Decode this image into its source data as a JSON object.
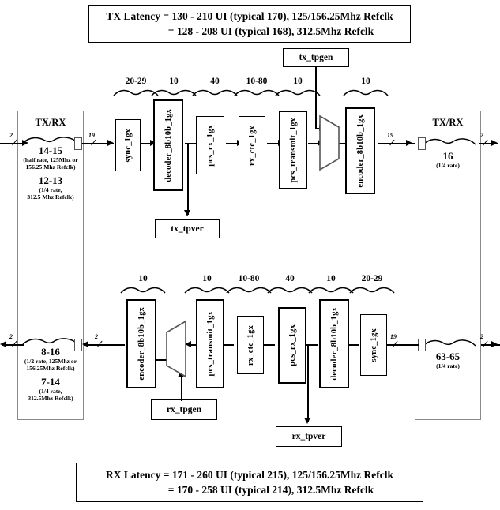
{
  "title": "Transceiver TX/RX datapath latency block diagram",
  "notes": {
    "tx": {
      "line1": "TX Latency = 130 - 210 UI (typical 170), 125/156.25Mhz Refclk",
      "line2": "= 128 - 208 UI (typical 168), 312.5Mhz Refclk"
    },
    "rx": {
      "line1": "RX Latency = 171 - 260 UI (typical 215), 125/156.25Mhz Refclk",
      "line2": "= 170 - 258 UI (typical 214), 312.5Mhz Refclk"
    }
  },
  "rails": {
    "left": {
      "title": "TX/RX",
      "tx_group": {
        "value_a": "14-15",
        "note_a_line1": "(half rate, 125Mhz or",
        "note_a_line2": "156.25 Mhz Refclk)",
        "value_b": "12-13",
        "note_b_line1": "(1/4 rate,",
        "note_b_line2": "312.5 Mhz Refclk)"
      },
      "rx_group": {
        "value_a": "8-16",
        "note_a_line1": "(1/2 rate, 125Mhz or",
        "note_a_line2": "156.25Mhz Refclk)",
        "value_b": "7-14",
        "note_b_line1": "(1/4 rate,",
        "note_b_line2": "312.5Mhz Refclk)"
      }
    },
    "right": {
      "title": "TX/RX",
      "tx_group": {
        "value": "16",
        "note": "(1/4 rate)"
      },
      "rx_group": {
        "value": "63-65",
        "note": "(1/4 rate)"
      }
    }
  },
  "tx_row": {
    "blocks": [
      {
        "label": "sync_1gx",
        "count": "20-29"
      },
      {
        "label": "decoder_8b10b_1gx",
        "count": "10"
      },
      {
        "label": "pcs_rx_1gx",
        "count": "40"
      },
      {
        "label": "rx_ctc_1gx",
        "count": "10-80"
      },
      {
        "label": "pcs_transmit_1gx",
        "count": "10"
      },
      {
        "label": "encoder_8b10b_1gx",
        "count": "10"
      }
    ],
    "tpgen": "tx_tpgen",
    "tpver": "tx_tpver",
    "bus_in": "2",
    "bus_mid": "19",
    "bus_out2": "19",
    "bus_out": "2"
  },
  "rx_row": {
    "blocks": [
      {
        "label": "encoder_8b10b_1gx",
        "count": "10"
      },
      {
        "label": "pcs_transmit_1gx",
        "count": "10"
      },
      {
        "label": "rx_ctc_1gx",
        "count": "10-80"
      },
      {
        "label": "pcs_rx_1gx",
        "count": "40"
      },
      {
        "label": "decoder_8b10b_1gx",
        "count": "10"
      },
      {
        "label": "sync_1gx",
        "count": "20-29"
      }
    ],
    "tpgen": "rx_tpgen",
    "tpver": "rx_tpver",
    "bus_in": "2",
    "bus_mid": "19",
    "bus_out2": "19",
    "bus_out": "2"
  },
  "colors": {
    "line": "#000000",
    "rail_border": "#8a8a8a"
  }
}
